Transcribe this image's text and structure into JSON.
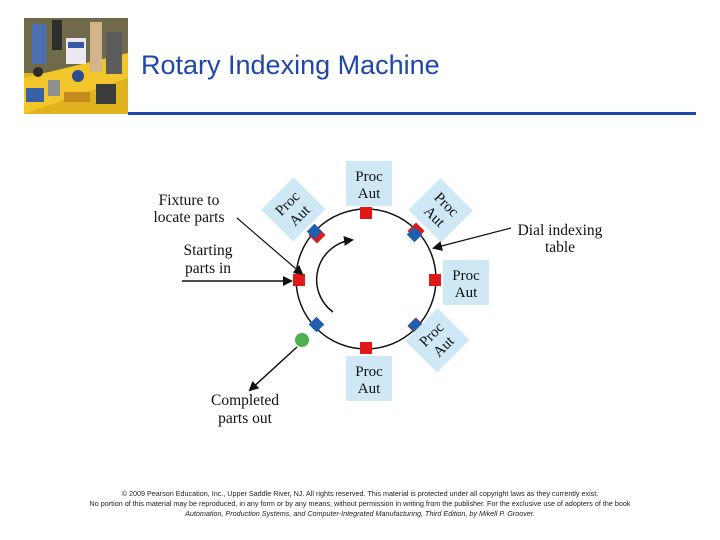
{
  "slide": {
    "title": "Rotary Indexing Machine",
    "corner_image": "circuit-board-photo"
  },
  "diagram": {
    "station_label_line1": "Proc",
    "station_label_line2": "Aut",
    "fixture_label_line1": "Fixture to",
    "fixture_label_line2": "locate parts",
    "start_label_line1": "Starting",
    "start_label_line2": "parts in",
    "dial_label_line1": "Dial indexing",
    "dial_label_line2": "table",
    "completed_label_line1": "Completed",
    "completed_label_line2": "parts out",
    "colors": {
      "station_box": "#cfe8f6",
      "fixture": "#e01818",
      "part_blue": "#1f5fae",
      "part_green": "#4caf50"
    }
  },
  "footer": {
    "line1": "© 2009 Pearson Education, Inc., Upper Saddle River, NJ. All rights reserved. This material is protected under all copyright laws as they currently exist.",
    "line2": "No portion of this material may be reproduced, in any form or by any means, without permission in writing from the publisher. For the exclusive use of adopters of the book",
    "line3": "Automation, Production Systems, and Computer-Integrated Manufacturing, Third Edition, by Mikell P. Groover."
  }
}
